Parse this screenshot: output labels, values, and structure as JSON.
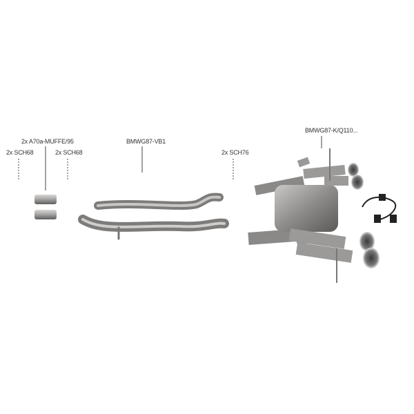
{
  "labels": {
    "muffe": "2x  A70a-MUFFE/95",
    "sch68_left": "2x SCH68",
    "sch68_right": "2x SCH68",
    "vb1": "BMWG87-VB1",
    "sch76": "2x SCH76",
    "rear": "BMWG87-K/Q110..."
  },
  "colors": {
    "metal": "#a9a8a6",
    "metal_dark": "#6f6e6c",
    "text": "#333333"
  }
}
